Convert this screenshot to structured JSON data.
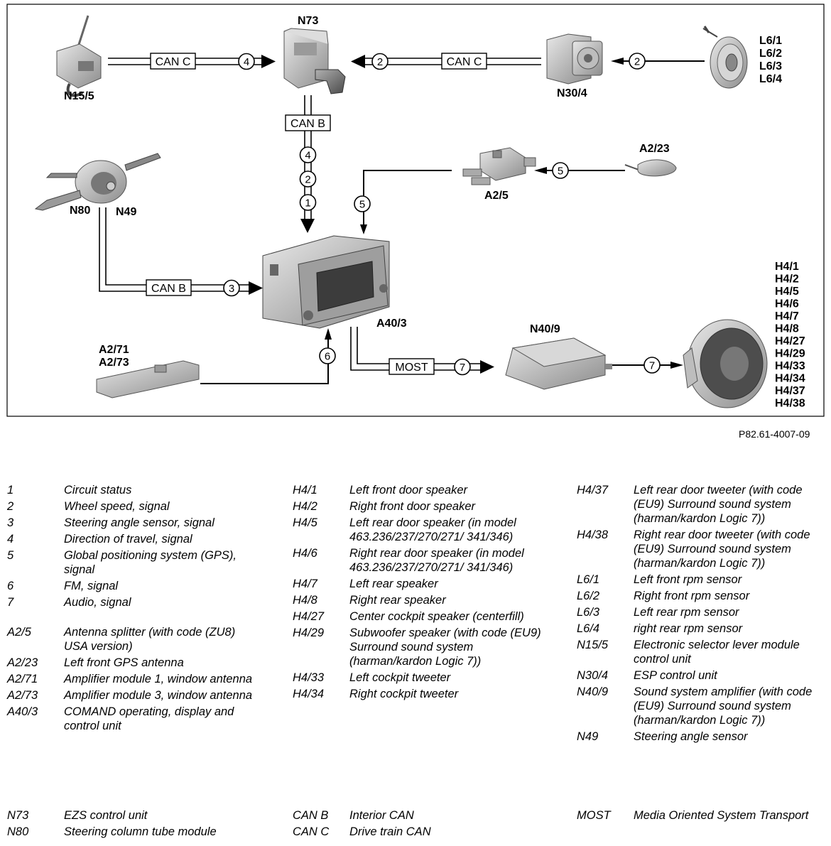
{
  "diagram": {
    "components": {
      "N15_5": "N15/5",
      "N73": "N73",
      "N30_4": "N30/4",
      "L6": [
        "L6/1",
        "L6/2",
        "L6/3",
        "L6/4"
      ],
      "N80": "N80",
      "N49": "N49",
      "A2_23": "A2/23",
      "A2_5": "A2/5",
      "A40_3": "A40/3",
      "A2_71": "A2/71",
      "A2_73": "A2/73",
      "N40_9": "N40/9",
      "H4": [
        "H4/1",
        "H4/2",
        "H4/5",
        "H4/6",
        "H4/7",
        "H4/8",
        "H4/27",
        "H4/29",
        "H4/33",
        "H4/34",
        "H4/37",
        "H4/38"
      ]
    },
    "bus_labels": {
      "can_c_left": "CAN C",
      "can_c_right": "CAN C",
      "can_b_top": "CAN B",
      "can_b_left": "CAN B",
      "most": "MOST"
    },
    "signal_numbers": {
      "n15_to_n73": "4",
      "n30_to_n73": "2",
      "l6_to_n30": "2",
      "can_b_stack": [
        "4",
        "2",
        "1"
      ],
      "a223_to_a25": "5",
      "a25_to_a403": "5",
      "n80_to_a403": "3",
      "a271_to_a403": "6",
      "a403_to_n409": "7",
      "n409_to_h4": "7"
    }
  },
  "reference": "P82.61-4007-09",
  "legend": {
    "col1": [
      {
        "k": "1",
        "v": "Circuit status"
      },
      {
        "k": "2",
        "v": "Wheel speed, signal"
      },
      {
        "k": "3",
        "v": "Steering angle sensor, signal"
      },
      {
        "k": "4",
        "v": "Direction of travel, signal"
      },
      {
        "k": "5",
        "v": "Global positioning system (GPS), signal"
      },
      {
        "k": "6",
        "v": "FM, signal"
      },
      {
        "k": "7",
        "v": "Audio, signal"
      },
      {
        "k": "A2/5",
        "v": "Antenna splitter (with code (ZU8) USA version)"
      },
      {
        "k": "A2/23",
        "v": "Left front GPS antenna"
      },
      {
        "k": "A2/71",
        "v": "Amplifier module 1, window antenna"
      },
      {
        "k": "A2/73",
        "v": "Amplifier module 3, window antenna"
      },
      {
        "k": "A40/3",
        "v": "COMAND operating, display and control unit"
      }
    ],
    "col2": [
      {
        "k": "H4/1",
        "v": "Left front door speaker"
      },
      {
        "k": "H4/2",
        "v": "Right front door speaker"
      },
      {
        "k": "H4/5",
        "v": "Left rear door speaker (in model 463.236/237/270/271/ 341/346)"
      },
      {
        "k": "H4/6",
        "v": "Right rear door speaker (in model 463.236/237/270/271/ 341/346)"
      },
      {
        "k": "H4/7",
        "v": "Left rear speaker"
      },
      {
        "k": "H4/8",
        "v": "Right rear speaker"
      },
      {
        "k": "H4/27",
        "v": "Center cockpit speaker (centerfill)"
      },
      {
        "k": "H4/29",
        "v": "Subwoofer speaker (with code (EU9) Surround sound system (harman/kardon Logic 7))"
      },
      {
        "k": "H4/33",
        "v": "Left cockpit tweeter"
      },
      {
        "k": "H4/34",
        "v": "Right cockpit tweeter"
      }
    ],
    "col3": [
      {
        "k": "H4/37",
        "v": "Left rear door tweeter (with code (EU9) Surround sound system (harman/kardon Logic 7))"
      },
      {
        "k": "H4/38",
        "v": "Right rear door tweeter (with code (EU9) Surround sound system (harman/kardon Logic 7))"
      },
      {
        "k": "L6/1",
        "v": "Left front rpm sensor"
      },
      {
        "k": "L6/2",
        "v": "Right front rpm sensor"
      },
      {
        "k": "L6/3",
        "v": "Left rear rpm sensor"
      },
      {
        "k": "L6/4",
        "v": "right rear rpm sensor"
      },
      {
        "k": "N15/5",
        "v": "Electronic selector lever module control unit"
      },
      {
        "k": "N30/4",
        "v": "ESP control unit"
      },
      {
        "k": "N40/9",
        "v": "Sound system amplifier (with code (EU9) Surround sound system (harman/kardon Logic 7))"
      },
      {
        "k": "N49",
        "v": "Steering angle sensor"
      }
    ],
    "bottom1": [
      {
        "k": "N73",
        "v": "EZS control unit"
      },
      {
        "k": "N80",
        "v": "Steering column tube module"
      }
    ],
    "bottom2": [
      {
        "k": "CAN B",
        "v": "Interior CAN"
      },
      {
        "k": "CAN C",
        "v": "Drive train CAN"
      }
    ],
    "bottom3": [
      {
        "k": "MOST",
        "v": "Media Oriented System Transport"
      }
    ]
  }
}
